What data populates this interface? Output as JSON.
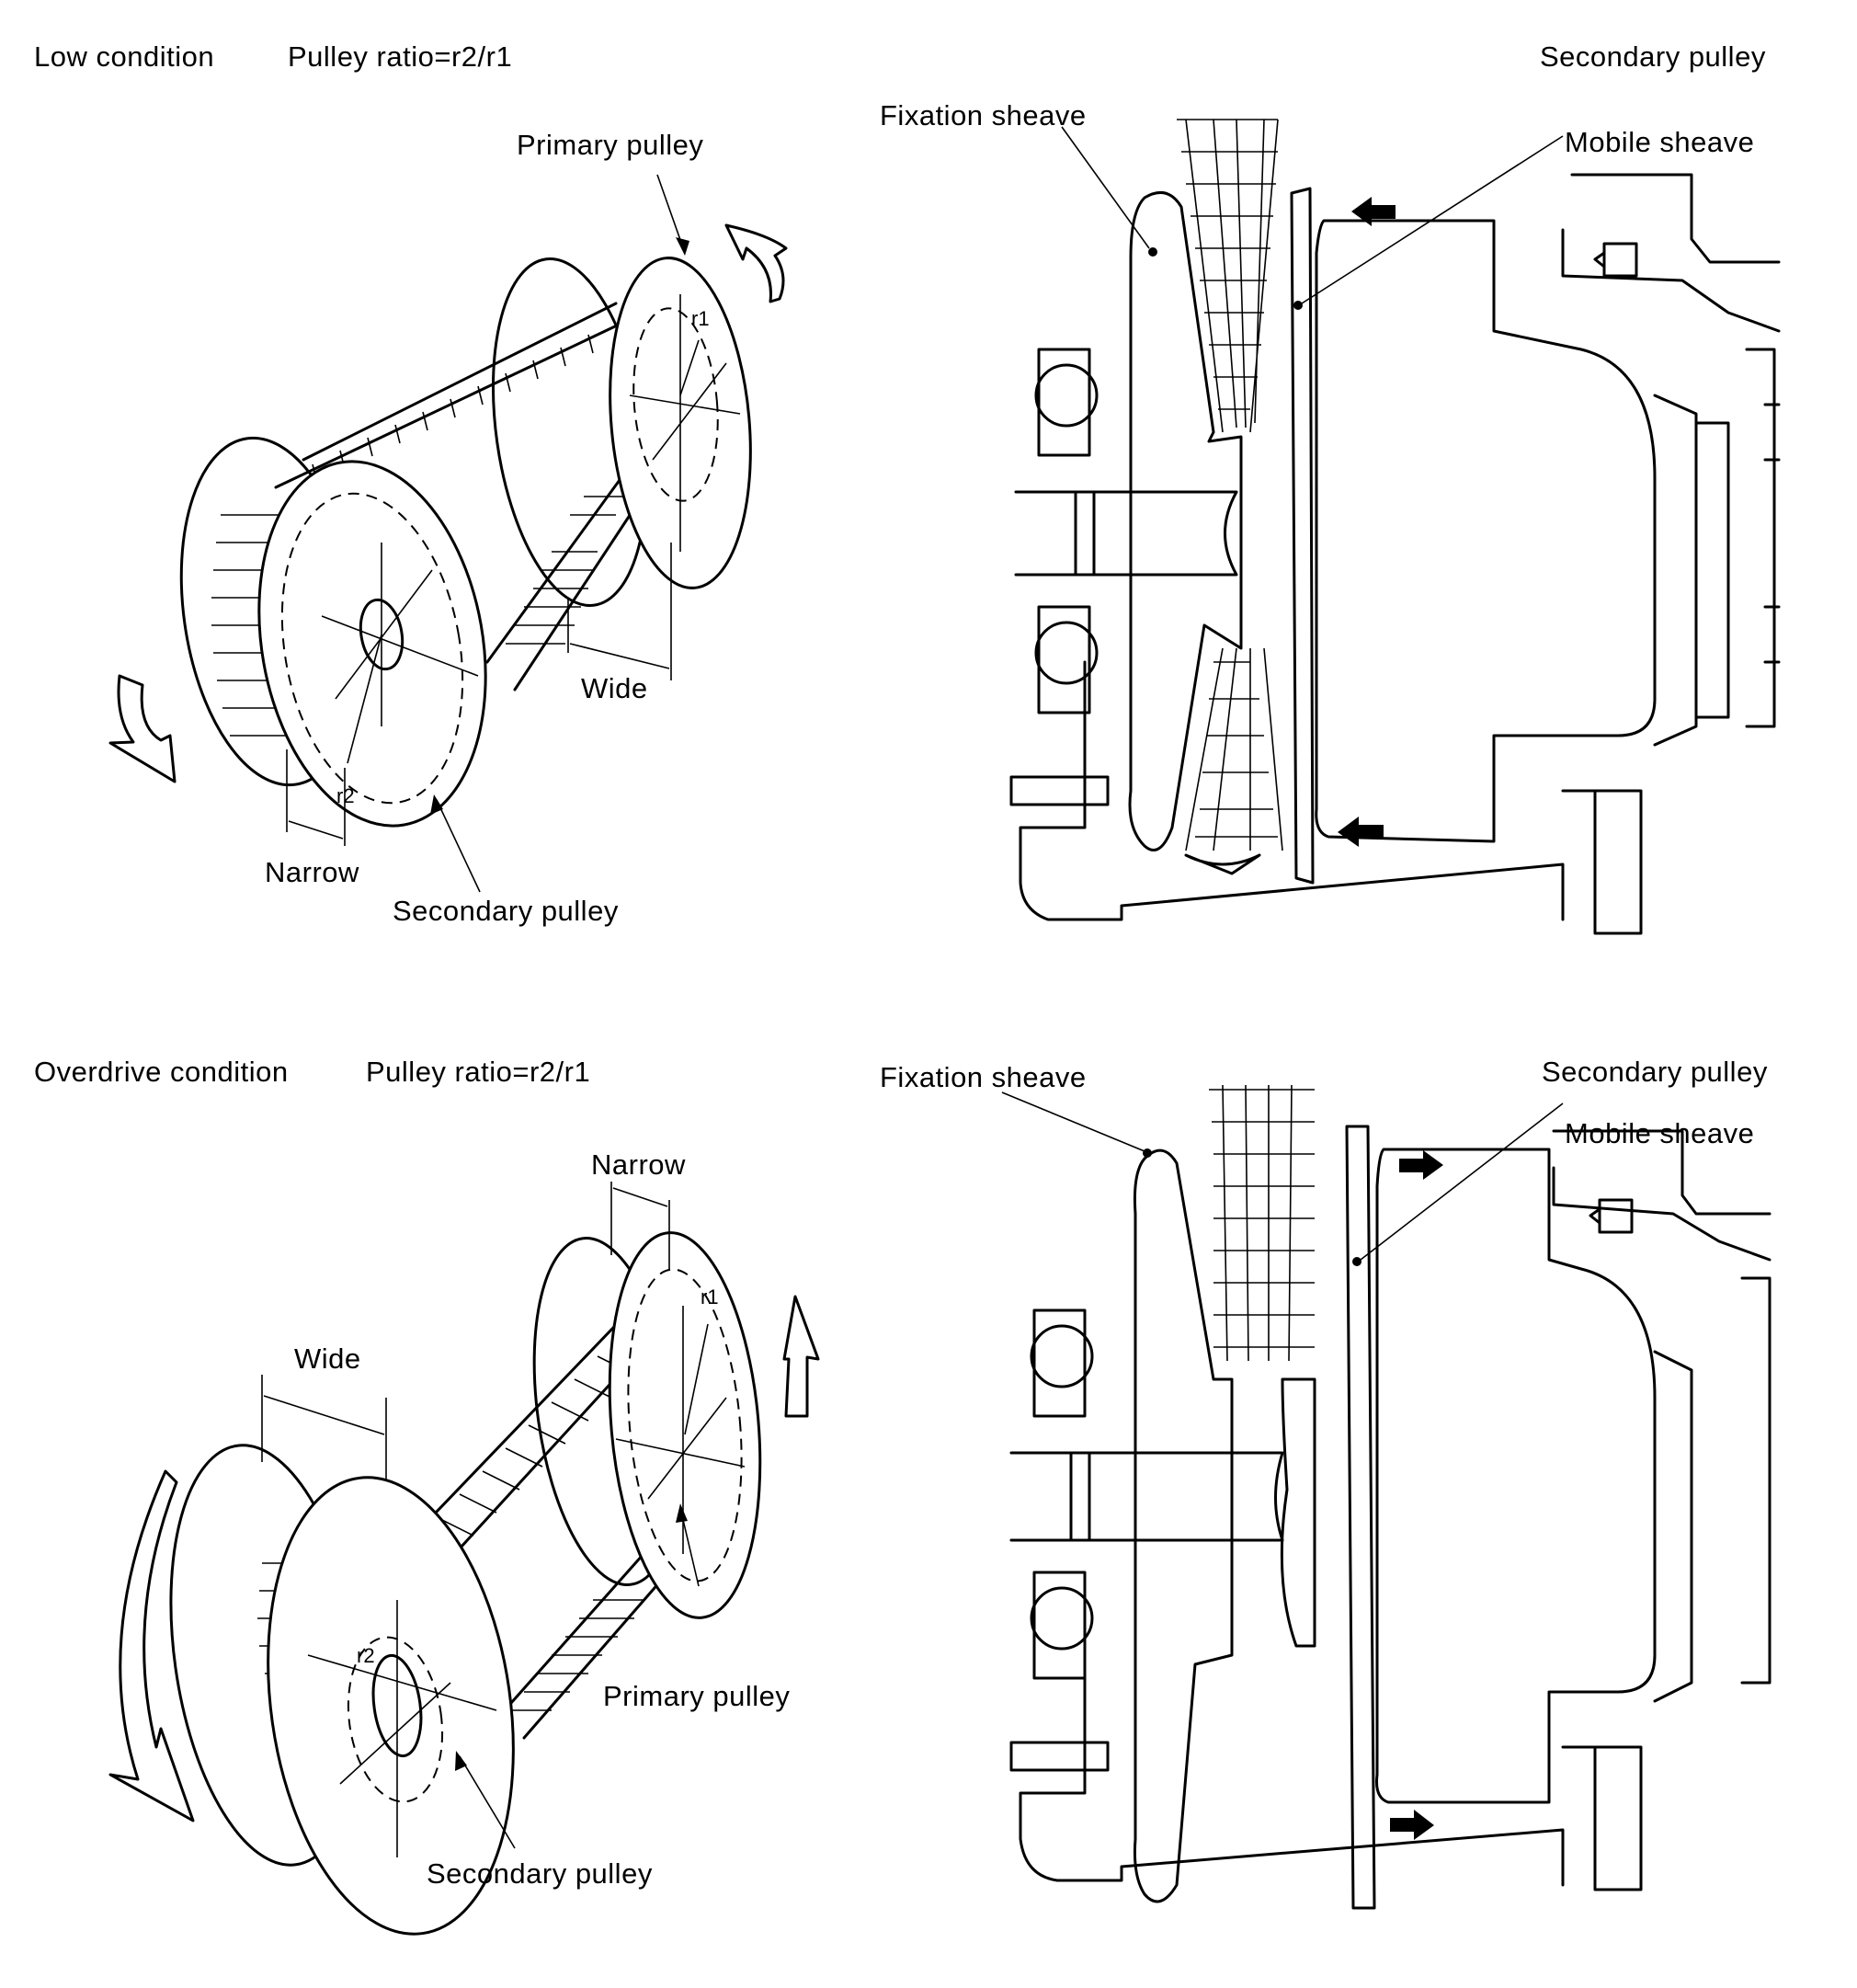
{
  "panels": {
    "low": {
      "condition_label": "Low condition",
      "ratio_label": "Pulley ratio=r2/r1",
      "primary_pulley_label": "Primary pulley",
      "secondary_pulley_label": "Secondary pulley",
      "wide_label": "Wide",
      "narrow_label": "Narrow",
      "r1_label": "r1",
      "r2_label": "r2"
    },
    "low_section": {
      "title": "Secondary pulley",
      "fixation_sheave_label": "Fixation sheave",
      "mobile_sheave_label": "Mobile sheave",
      "arrow_direction": "left"
    },
    "overdrive": {
      "condition_label": "Overdrive condition",
      "ratio_label": "Pulley ratio=r2/r1",
      "primary_pulley_label": "Primary pulley",
      "secondary_pulley_label": "Secondary pulley",
      "wide_label": "Wide",
      "narrow_label": "Narrow",
      "r1_label": "r1",
      "r2_label": "r2"
    },
    "overdrive_section": {
      "title": "Secondary pulley",
      "fixation_sheave_label": "Fixation sheave",
      "mobile_sheave_label": "Mobile sheave",
      "arrow_direction": "right"
    }
  }
}
